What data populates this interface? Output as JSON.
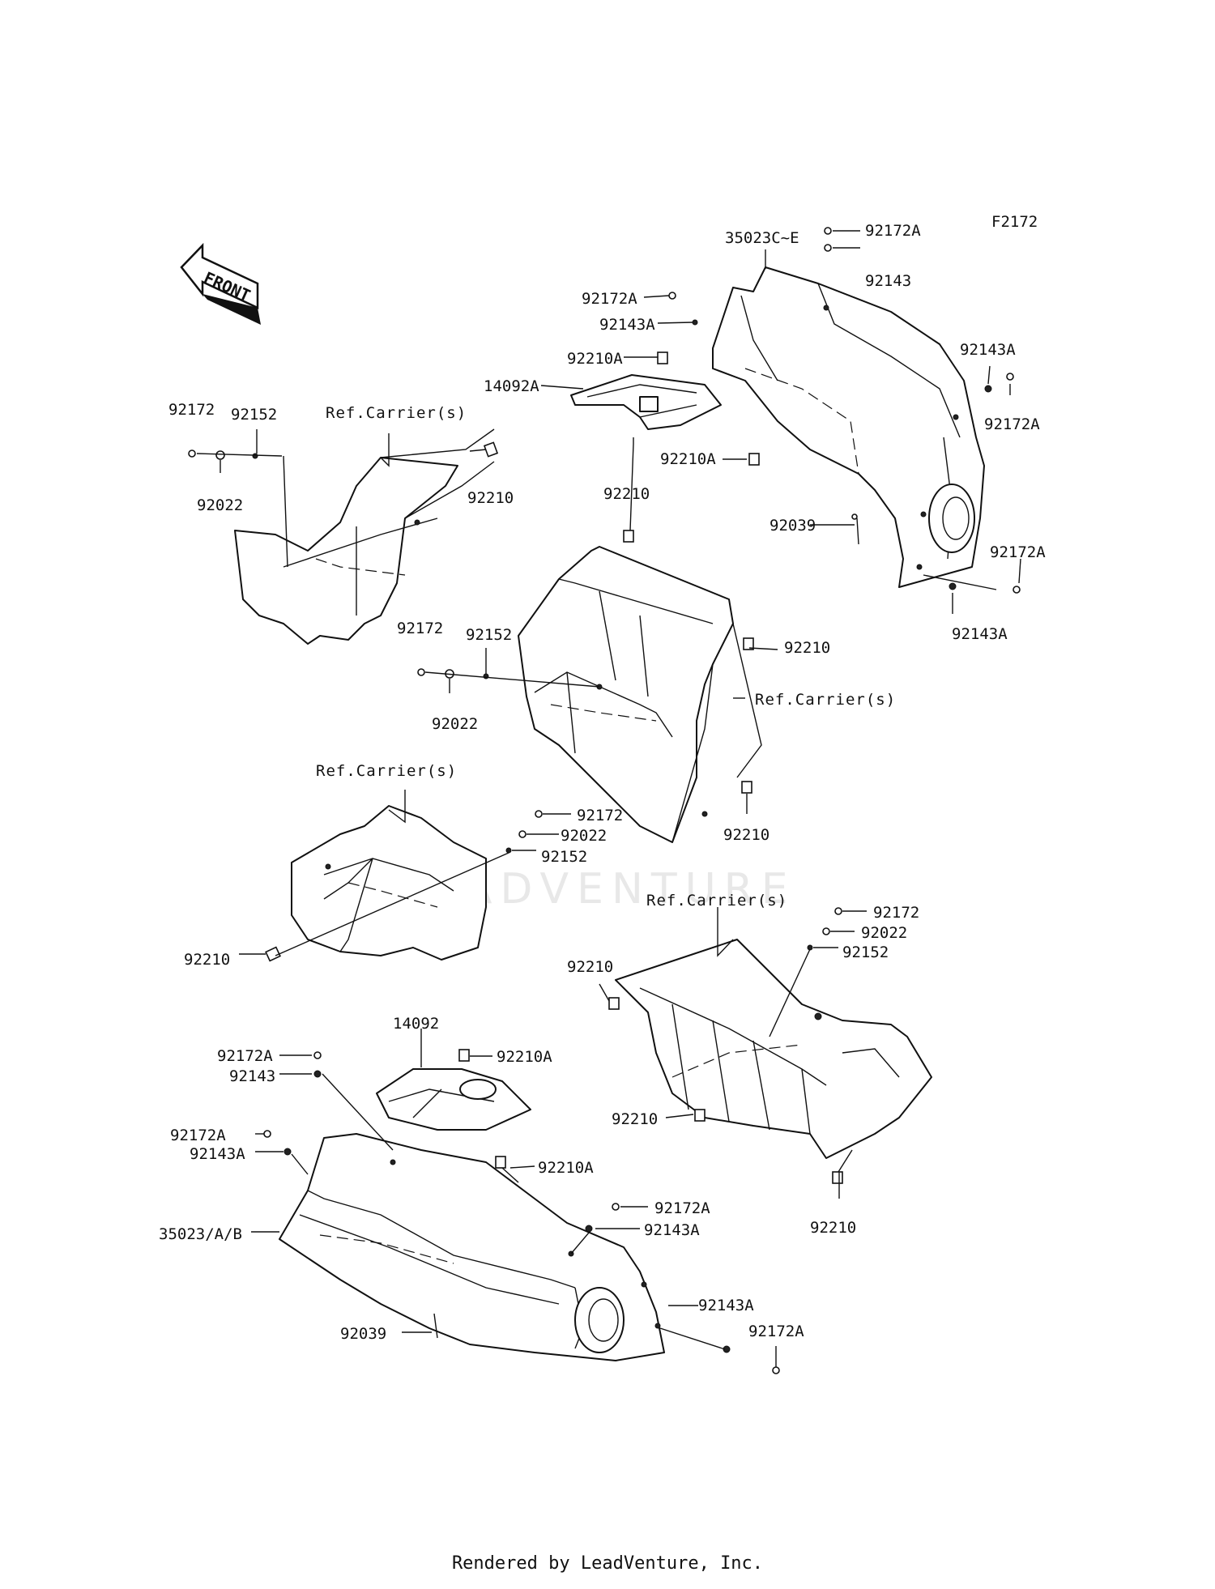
{
  "figure_code": "F2172",
  "front_label": "FRONT",
  "watermark": "LEADVENTURE",
  "footer": "Rendered by LeadVenture, Inc.",
  "labels": {
    "p35023CE": "35023C~E",
    "p92172A_a": "92172A",
    "p92143_a": "92143",
    "p92172A_b": "92172A",
    "p92143A_b": "92143A",
    "p92210A_a": "92210A",
    "p14092A": "14092A",
    "p92143A_c": "92143A",
    "p92172A_c": "92172A",
    "p92210A_b": "92210A",
    "p92039_a": "92039",
    "p92172A_d": "92172A",
    "p92143A_d": "92143A",
    "p92172_a": "92172",
    "p92152_a": "92152",
    "p92022_a": "92022",
    "ref_a": "Ref.Carrier(s)",
    "p92210_a": "92210",
    "p92210_b": "92210",
    "p92210_c": "92210",
    "ref_b": "Ref.Carrier(s)",
    "p92172_b": "92172",
    "p92152_b": "92152",
    "p92022_b": "92022",
    "p92210_d": "92210",
    "ref_c": "Ref.Carrier(s)",
    "p92172_c": "92172",
    "p92022_c": "92022",
    "p92152_c": "92152",
    "p92210_e": "92210",
    "ref_d": "Ref.Carrier(s)",
    "p92172_d": "92172",
    "p92022_d": "92022",
    "p92152_d": "92152",
    "p92210_f": "92210",
    "p92210_g": "92210",
    "p92210_h": "92210",
    "p14092": "14092",
    "p92210A_c": "92210A",
    "p92172A_e": "92172A",
    "p92143_e": "92143",
    "p92172A_f": "92172A",
    "p92143A_f": "92143A",
    "p92210A_d": "92210A",
    "p35023AB": "35023/A/B",
    "p92172A_g": "92172A",
    "p92143A_g": "92143A",
    "p92039_b": "92039",
    "p92143A_h": "92143A",
    "p92172A_h": "92172A"
  }
}
